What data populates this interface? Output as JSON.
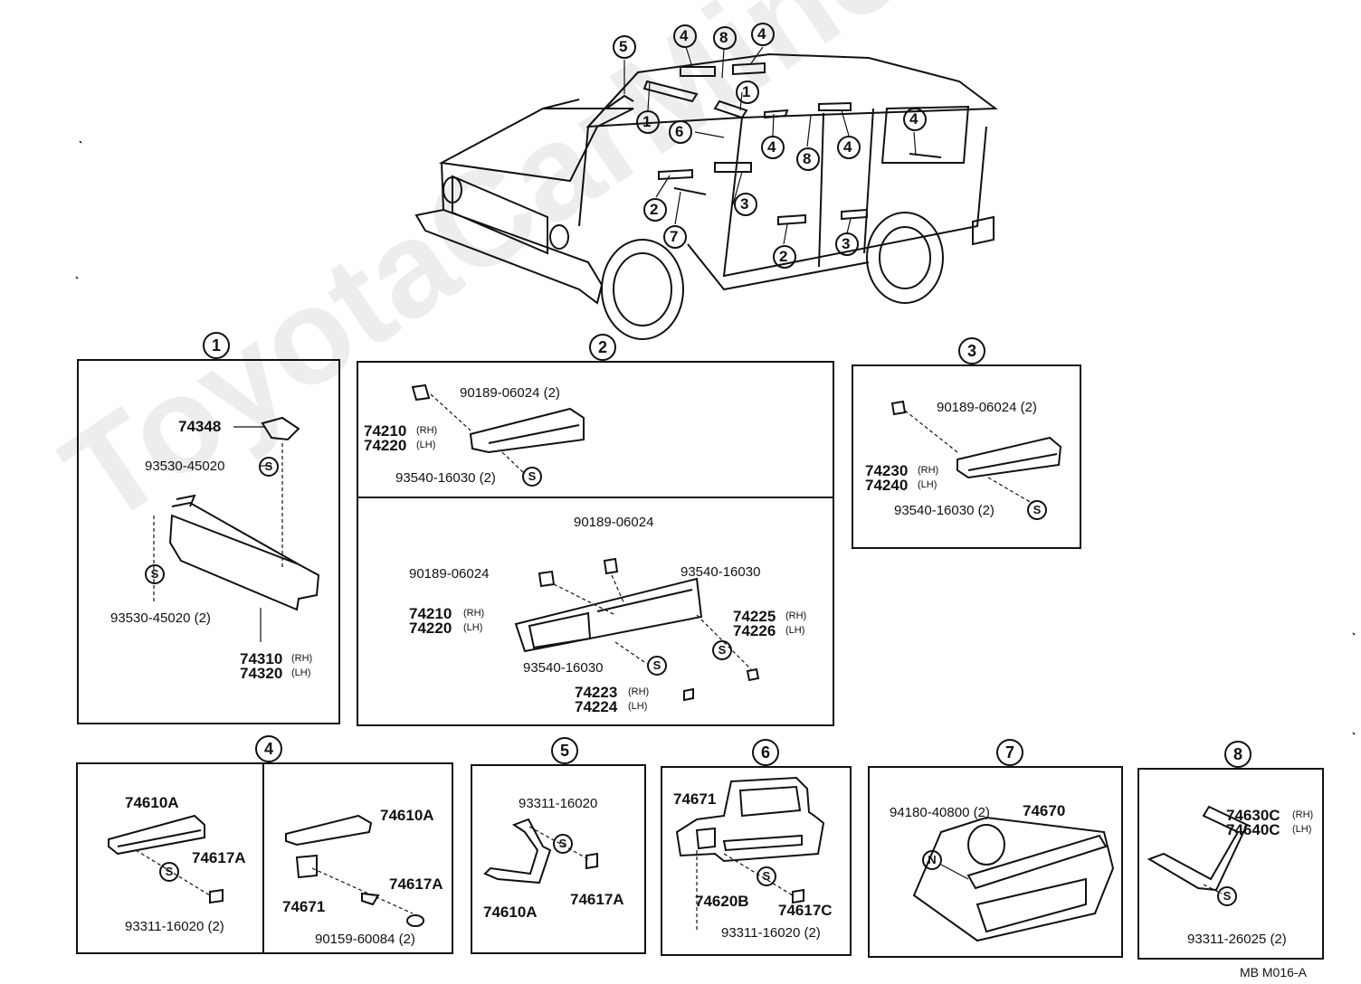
{
  "watermark": "ToyotaCarMine.ru",
  "footer_code": "MB  M016-A",
  "overview_callouts": [
    "5",
    "4",
    "8",
    "4",
    "1",
    "1",
    "6",
    "4",
    "8",
    "4",
    "4",
    "2",
    "7",
    "3",
    "2",
    "3"
  ],
  "sections": {
    "s1": {
      "label": "1",
      "parts": {
        "p1": "74348",
        "p2": "93530-45020",
        "p3": "93530-45020 (2)",
        "p4": "74310",
        "p4s": "(RH)",
        "p5": "74320",
        "p5s": "(LH)"
      }
    },
    "s2": {
      "label": "2",
      "top": {
        "p1": "90189-06024 (2)",
        "p2": "74210",
        "p2s": "(RH)",
        "p3": "74220",
        "p3s": "(LH)",
        "p4": "93540-16030 (2)"
      },
      "bottom": {
        "p1": "90189-06024",
        "p2": "90189-06024",
        "p3": "93540-16030",
        "p4": "74210",
        "p4s": "(RH)",
        "p5": "74220",
        "p5s": "(LH)",
        "p6": "74225",
        "p6s": "(RH)",
        "p7": "74226",
        "p7s": "(LH)",
        "p8": "93540-16030",
        "p9": "74223",
        "p9s": "(RH)",
        "p10": "74224",
        "p10s": "(LH)"
      }
    },
    "s3": {
      "label": "3",
      "parts": {
        "p1": "90189-06024 (2)",
        "p2": "74230",
        "p2s": "(RH)",
        "p3": "74240",
        "p3s": "(LH)",
        "p4": "93540-16030 (2)"
      }
    },
    "s4": {
      "label": "4",
      "parts": {
        "p1": "74610A",
        "p2": "74617A",
        "p3": "93311-16020 (2)",
        "p4": "74610A",
        "p5": "74617A",
        "p6": "74671",
        "p7": "90159-60084 (2)"
      }
    },
    "s5": {
      "label": "5",
      "parts": {
        "p1": "93311-16020",
        "p2": "74610A",
        "p3": "74617A"
      }
    },
    "s6": {
      "label": "6",
      "parts": {
        "p1": "74671",
        "p2": "74620B",
        "p3": "74617C",
        "p4": "93311-16020 (2)"
      }
    },
    "s7": {
      "label": "7",
      "parts": {
        "p1": "94180-40800 (2)",
        "p2": "74670"
      }
    },
    "s8": {
      "label": "8",
      "parts": {
        "p1": "74630C",
        "p1s": "(RH)",
        "p2": "74640C",
        "p2s": "(LH)",
        "p3": "93311-26025 (2)"
      }
    }
  },
  "symbols": {
    "screw": "S",
    "nut": "N"
  }
}
